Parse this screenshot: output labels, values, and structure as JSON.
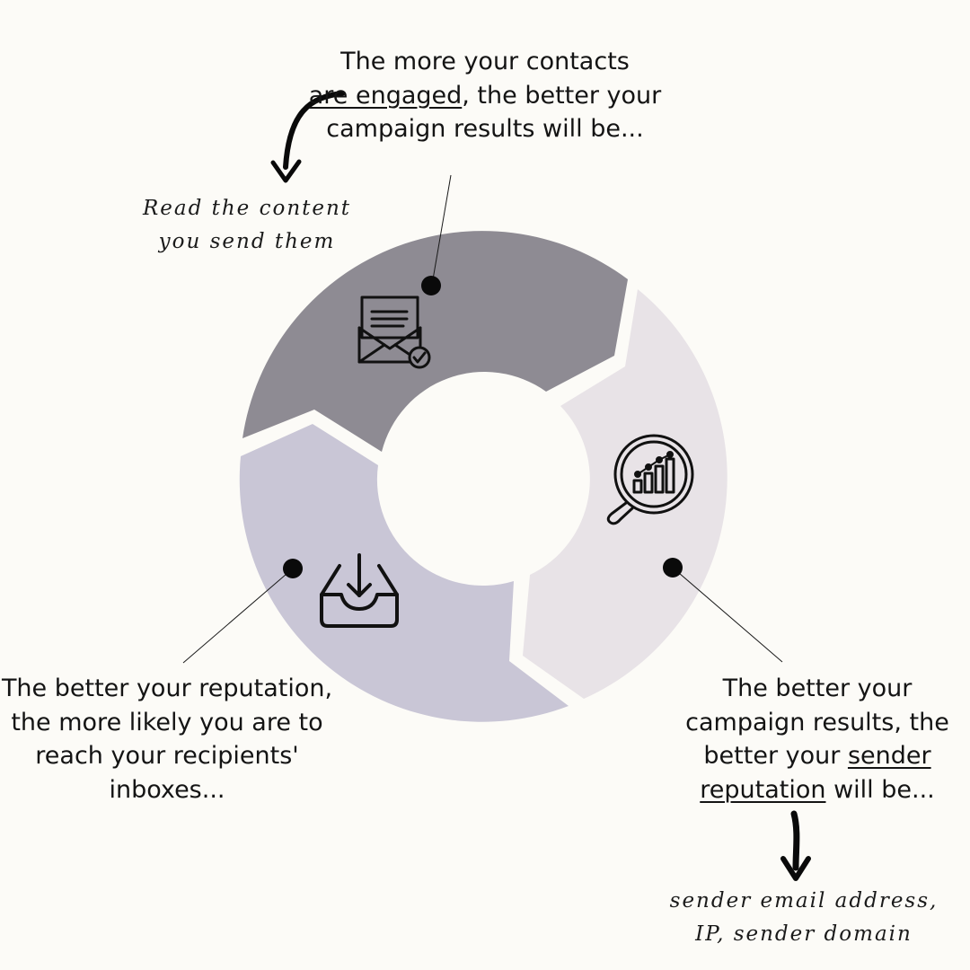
{
  "colors": {
    "background": "#fcfbf7",
    "segment_engaged": "#8e8b93",
    "segment_results": "#e8e3e7",
    "segment_reputation": "#c9c6d6",
    "ink": "#111111"
  },
  "captions": {
    "top": {
      "pre": "The more your contacts",
      "underlined": "are engaged",
      "post": ", the better your campaign results will be..."
    },
    "right": {
      "pre": "The better your campaign results, the better your",
      "underlined": "sender reputation",
      "post": "will be..."
    },
    "left": {
      "text": "The better your reputation, the more likely you are to reach your recipients' inboxes..."
    }
  },
  "notes": {
    "top": "Read the content you send them",
    "bottom": "sender email address, IP, sender domain"
  },
  "icons": {
    "engaged": "envelope-check-icon",
    "results": "magnifier-chart-icon",
    "reputation": "inbox-download-icon"
  }
}
